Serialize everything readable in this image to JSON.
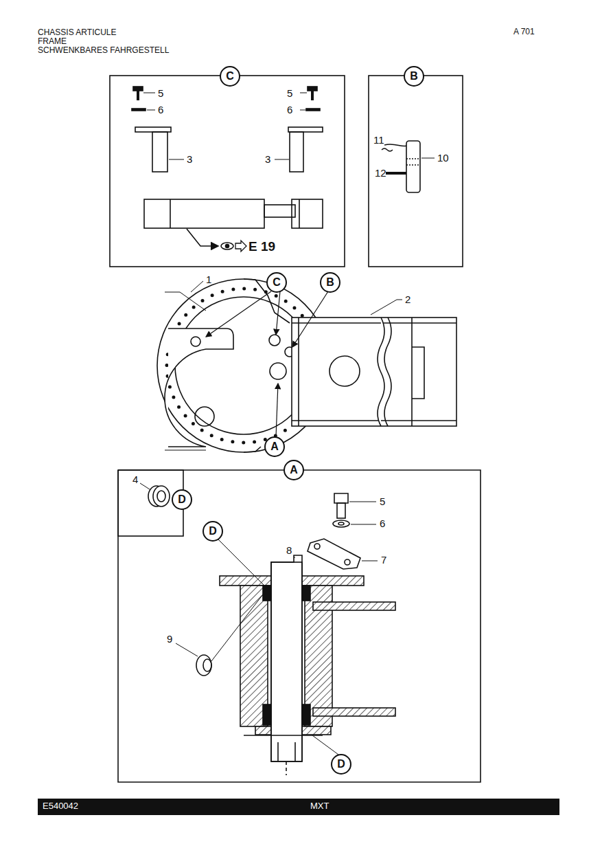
{
  "diagram": {
    "nodes": [
      {
        "text": [
          "C"
        ]
      },
      {
        "text": [
          "B"
        ]
      },
      {
        "text": [
          "C"
        ]
      },
      {
        "text": [
          "B"
        ]
      },
      {
        "text": [
          "A"
        ]
      },
      {
        "text": [
          "A"
        ]
      },
      {
        "text": [
          "D"
        ]
      },
      {
        "text": [
          "D"
        ]
      },
      {
        "text": [
          "D"
        ]
      }
    ],
    "labels": [
      "CHASSIS ARTICULE",
      "FRAME",
      "SCHWENKBARES FAHRGESTELL",
      "A 701",
      "5",
      "6",
      "3",
      "5",
      "6",
      "3",
      "E 19",
      "11",
      "10",
      "12",
      "1",
      "2",
      "4",
      "5",
      "6",
      "8",
      "7",
      "9",
      "E540042",
      "MXT"
    ]
  }
}
